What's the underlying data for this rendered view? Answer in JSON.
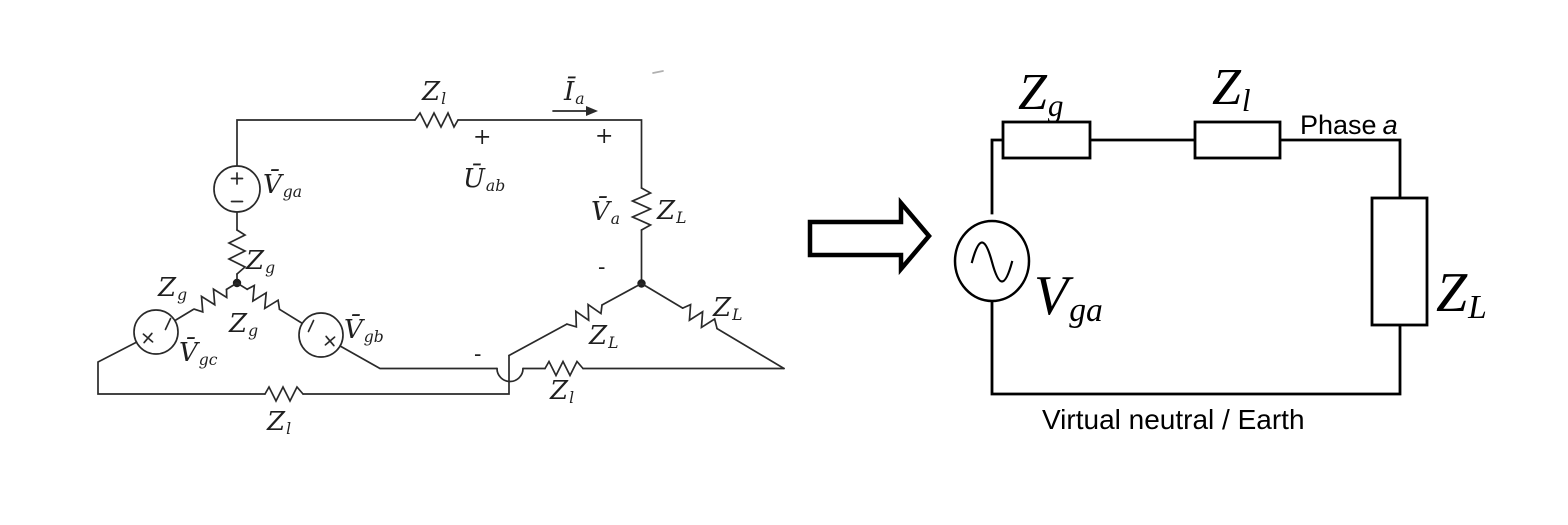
{
  "colors": {
    "background": "#ffffff",
    "left_line": "#2a2a2a",
    "right_line": "#000000"
  },
  "left_circuit": {
    "labels": {
      "zl_top": {
        "main": "Z",
        "sub": "l"
      },
      "current_ia": {
        "main": "Ī",
        "sub": "a"
      },
      "uab_plus": "+",
      "uab": {
        "main": "Ū",
        "sub": "ab"
      },
      "uab_minus": "-",
      "va_plus": "+",
      "va": {
        "main": "V̄",
        "sub": "a"
      },
      "va_minus": "-",
      "zL_phase_a": {
        "main": "Z",
        "sub": "L"
      },
      "vga": {
        "main": "V̄",
        "sub": "ga"
      },
      "vgb": {
        "main": "V̄",
        "sub": "gb"
      },
      "vgc": {
        "main": "V̄",
        "sub": "gc"
      },
      "zg_a": {
        "main": "Z",
        "sub": "g"
      },
      "zg_c": {
        "main": "Z",
        "sub": "g"
      },
      "zg_b": {
        "main": "Z",
        "sub": "g"
      },
      "zL_phase_c": {
        "main": "Z",
        "sub": "L"
      },
      "zL_phase_b": {
        "main": "Z",
        "sub": "L"
      },
      "zl_phase_b": {
        "main": "Z",
        "sub": "l"
      },
      "zl_phase_c": {
        "main": "Z",
        "sub": "l"
      }
    }
  },
  "right_circuit": {
    "labels": {
      "zg": {
        "main": "Z",
        "sub": "g"
      },
      "zl": {
        "main": "Z",
        "sub": "l"
      },
      "zL": {
        "main": "Z",
        "sub": "L"
      },
      "vga": {
        "main": "V",
        "sub": "ga"
      },
      "phase_a_text": "Phase",
      "phase_a_var": "a",
      "caption": "Virtual neutral / Earth"
    }
  }
}
